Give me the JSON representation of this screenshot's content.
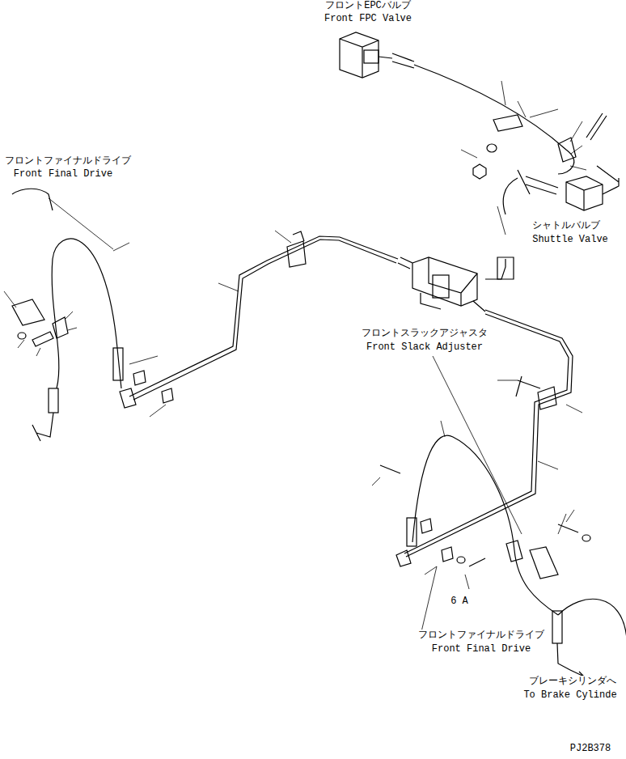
{
  "diagram": {
    "labels": [
      "フロントEPCバルブ",
      "Front FPC Valve",
      "フロントファイナルドライブ",
      "Front Final Drive",
      "シャトルバルブ",
      "Shuttle Valve",
      "フロントスラックアジャスタ",
      "Front Slack Adjuster",
      "6 A",
      "フロントファイナルドライブ",
      "Front Final Drive",
      "ブレーキシリンダへ",
      "To Brake Cylinde",
      "PJ2B378"
    ]
  }
}
